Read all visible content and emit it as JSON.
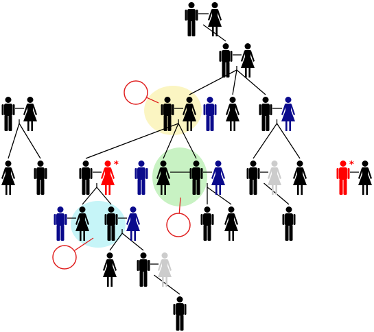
{
  "colors": {
    "default": "#000000",
    "blue": "#0a0a8c",
    "red": "#ff0000",
    "gray": "#cccccc",
    "highlight_yellow": "#fbf5c2",
    "highlight_green": "#c8f2c3",
    "highlight_cyan": "#c6f5f8",
    "line": "#000000",
    "callout": "#e02020"
  },
  "marker_symbol": "*",
  "people": [
    {
      "id": "g1m",
      "sex": "male",
      "color": "default",
      "icon": "man-icon"
    },
    {
      "id": "g1f",
      "sex": "female",
      "color": "default",
      "icon": "woman-icon"
    },
    {
      "id": "g2m",
      "sex": "male",
      "color": "default",
      "icon": "man-icon"
    },
    {
      "id": "g2f",
      "sex": "female",
      "color": "default",
      "icon": "woman-icon"
    },
    {
      "id": "lm",
      "sex": "male",
      "color": "default",
      "icon": "man-icon"
    },
    {
      "id": "lf",
      "sex": "female",
      "color": "default",
      "icon": "woman-icon"
    },
    {
      "id": "cm",
      "sex": "male",
      "color": "default",
      "icon": "man-icon"
    },
    {
      "id": "cf",
      "sex": "female",
      "color": "default",
      "icon": "woman-icon"
    },
    {
      "id": "bm",
      "sex": "male",
      "color": "blue",
      "icon": "man-icon"
    },
    {
      "id": "bf",
      "sex": "female",
      "color": "default",
      "icon": "woman-icon"
    },
    {
      "id": "rm",
      "sex": "male",
      "color": "default",
      "icon": "man-icon"
    },
    {
      "id": "rf",
      "sex": "female",
      "color": "blue",
      "icon": "woman-icon"
    },
    {
      "id": "l1",
      "sex": "female",
      "color": "default",
      "icon": "woman-icon"
    },
    {
      "id": "l2",
      "sex": "male",
      "color": "default",
      "icon": "man-icon"
    },
    {
      "id": "am",
      "sex": "male",
      "color": "default",
      "icon": "man-icon"
    },
    {
      "id": "af",
      "sex": "female",
      "color": "red",
      "icon": "woman-icon",
      "marked": true
    },
    {
      "id": "dm",
      "sex": "male",
      "color": "blue",
      "icon": "man-icon"
    },
    {
      "id": "df",
      "sex": "female",
      "color": "default",
      "icon": "woman-icon"
    },
    {
      "id": "em",
      "sex": "male",
      "color": "default",
      "icon": "man-icon"
    },
    {
      "id": "ef",
      "sex": "female",
      "color": "blue",
      "icon": "woman-icon"
    },
    {
      "id": "fm",
      "sex": "male",
      "color": "default",
      "icon": "man-icon"
    },
    {
      "id": "ff",
      "sex": "female",
      "color": "gray",
      "icon": "woman-icon"
    },
    {
      "id": "r3",
      "sex": "female",
      "color": "default",
      "icon": "woman-icon"
    },
    {
      "id": "xm",
      "sex": "male",
      "color": "red",
      "icon": "man-icon",
      "marked": true
    },
    {
      "id": "xf",
      "sex": "female",
      "color": "default",
      "icon": "woman-icon"
    },
    {
      "id": "hm",
      "sex": "male",
      "color": "blue",
      "icon": "man-icon"
    },
    {
      "id": "hf",
      "sex": "female",
      "color": "default",
      "icon": "woman-icon"
    },
    {
      "id": "im",
      "sex": "male",
      "color": "default",
      "icon": "man-icon"
    },
    {
      "id": "if",
      "sex": "female",
      "color": "blue",
      "icon": "woman-icon"
    },
    {
      "id": "e1",
      "sex": "male",
      "color": "default",
      "icon": "man-icon"
    },
    {
      "id": "e2",
      "sex": "female",
      "color": "default",
      "icon": "woman-icon"
    },
    {
      "id": "fc",
      "sex": "male",
      "color": "default",
      "icon": "man-icon"
    },
    {
      "id": "jf",
      "sex": "female",
      "color": "default",
      "icon": "woman-icon"
    },
    {
      "id": "km",
      "sex": "male",
      "color": "default",
      "icon": "man-icon"
    },
    {
      "id": "kf",
      "sex": "female",
      "color": "gray",
      "icon": "woman-icon"
    },
    {
      "id": "z",
      "sex": "male",
      "color": "default",
      "icon": "man-icon"
    }
  ],
  "couples": [
    [
      "g1m",
      "g1f"
    ],
    [
      "g2m",
      "g2f"
    ],
    [
      "lm",
      "lf"
    ],
    [
      "cm",
      "cf"
    ],
    [
      "rm",
      "rf"
    ],
    [
      "am",
      "af"
    ],
    [
      "df",
      "em"
    ],
    [
      "em",
      "ef"
    ],
    [
      "fm",
      "ff"
    ],
    [
      "xm",
      "xf"
    ],
    [
      "hm",
      "hf"
    ],
    [
      "im",
      "if"
    ],
    [
      "km",
      "kf"
    ]
  ],
  "descents": [
    {
      "parents": [
        "g1m",
        "g1f"
      ],
      "children": [
        "g2m"
      ]
    },
    {
      "parents": [
        "g2m",
        "g2f"
      ],
      "children": [
        "cf",
        "bf",
        "rm"
      ]
    },
    {
      "parents": [
        "lm",
        "lf"
      ],
      "children": [
        "l1",
        "l2"
      ]
    },
    {
      "parents": [
        "cm",
        "cf"
      ],
      "children": [
        "am",
        "df",
        "em"
      ]
    },
    {
      "parents": [
        "rm",
        "rf"
      ],
      "children": [
        "fm",
        "r3"
      ]
    },
    {
      "parents": [
        "am",
        "af"
      ],
      "children": [
        "hf",
        "im"
      ]
    },
    {
      "parents": [
        "em",
        "ef"
      ],
      "children": [
        "e1",
        "e2"
      ]
    },
    {
      "parents": [
        "fm",
        "ff"
      ],
      "children": [
        "fc"
      ]
    },
    {
      "parents": [
        "im",
        "if"
      ],
      "children": [
        "jf",
        "km"
      ]
    },
    {
      "parents": [
        "km",
        "kf"
      ],
      "children": [
        "z"
      ]
    }
  ],
  "highlights": [
    {
      "name": "highlight-yellow",
      "color": "highlight_yellow",
      "members": [
        "cm",
        "cf"
      ]
    },
    {
      "name": "highlight-green",
      "color": "highlight_green",
      "members": [
        "df",
        "em"
      ]
    },
    {
      "name": "highlight-cyan",
      "color": "highlight_cyan",
      "members": [
        "hf",
        "im"
      ]
    }
  ]
}
